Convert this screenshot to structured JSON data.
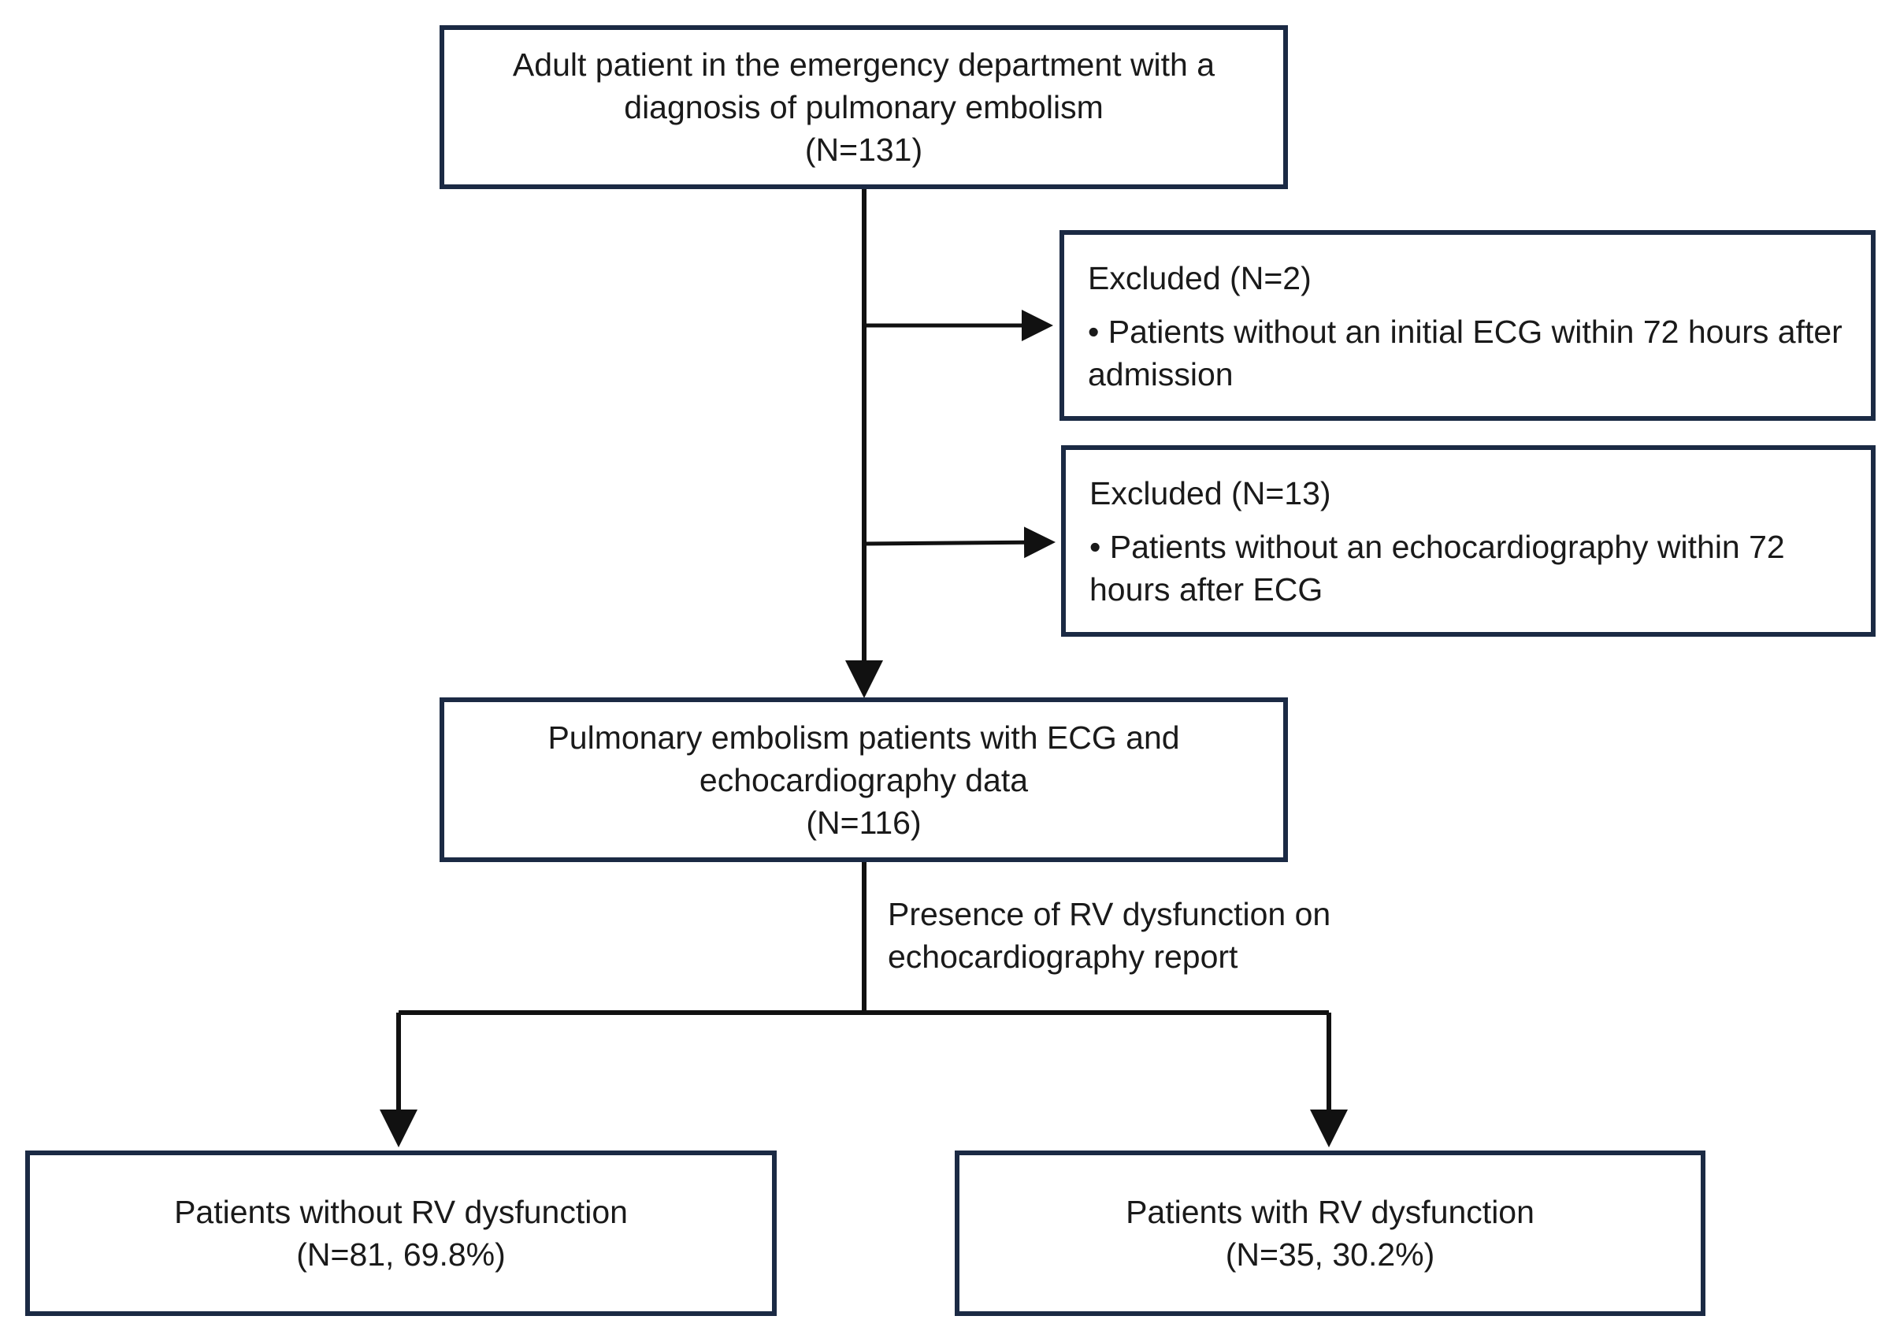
{
  "boxes": {
    "start": {
      "line1": "Adult patient in the emergency department with a",
      "line2": "diagnosis of pulmonary embolism",
      "line3": "(N=131)"
    },
    "exclusion1": {
      "title": "Excluded (N=2)",
      "bullet": "• Patients without an initial ECG within 72 hours after admission"
    },
    "exclusion2": {
      "title": "Excluded (N=13)",
      "bullet": "•  Patients without an echocardiography within 72 hours after ECG"
    },
    "included": {
      "line1": "Pulmonary embolism patients with ECG and",
      "line2": "echocardiography data",
      "line3": "(N=116)"
    },
    "no_rv": {
      "line1": "Patients without RV dysfunction",
      "line2": "(N=81, 69.8%)"
    },
    "rv": {
      "line1": "Patients with RV dysfunction",
      "line2": "(N=35, 30.2%)"
    }
  },
  "split_label": {
    "line1": "Presence of RV dysfunction on",
    "line2": "echocardiography report"
  },
  "colors": {
    "box_border": "#1b2a44",
    "arrow": "#111111",
    "text": "#1a1a1a"
  }
}
